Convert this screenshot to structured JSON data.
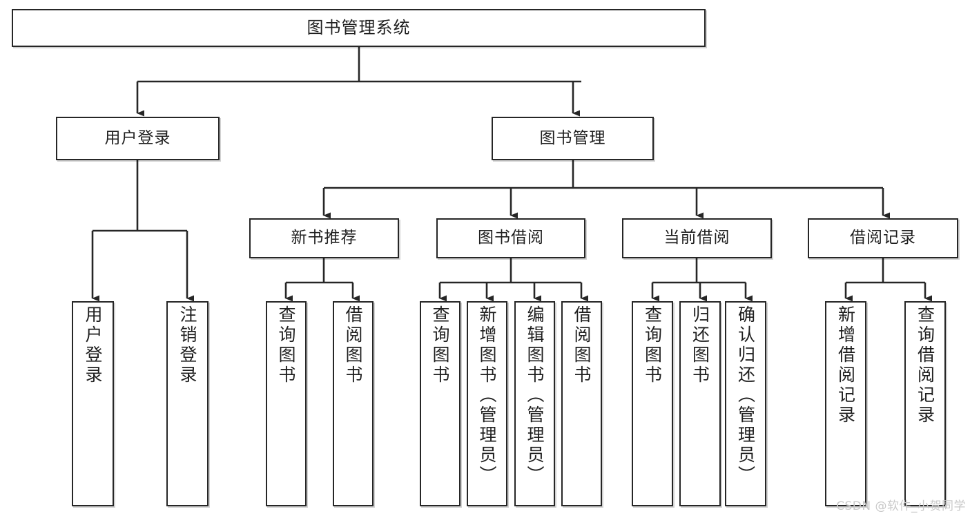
{
  "diagram": {
    "title": "图书管理系统",
    "type": "tree",
    "watermark": "CSDN @软件_小贺同学",
    "colors": {
      "box_border": "#262626",
      "box_fill": "#ffffff",
      "edge": "#262626",
      "text": "#1f1f1f",
      "watermark": "#c9c9c9",
      "background": "#ffffff"
    },
    "nodes": {
      "root": {
        "label": "图书管理系统"
      },
      "level1": [
        {
          "id": "user-login",
          "label": "用户登录"
        },
        {
          "id": "book-manage",
          "label": "图书管理"
        }
      ],
      "level2": [
        {
          "id": "new-book-recommend",
          "label": "新书推荐"
        },
        {
          "id": "book-borrow",
          "label": "图书借阅"
        },
        {
          "id": "current-borrow",
          "label": "当前借阅"
        },
        {
          "id": "borrow-record",
          "label": "借阅记录"
        }
      ],
      "leaves": {
        "user-login": [
          {
            "id": "leaf-user-login",
            "label": "用户登录"
          },
          {
            "id": "leaf-logout-login",
            "label": "注销登录"
          }
        ],
        "new-book-recommend": [
          {
            "id": "leaf-query-book-1",
            "label": "查询图书"
          },
          {
            "id": "leaf-borrow-book-1",
            "label": "借阅图书"
          }
        ],
        "book-borrow": [
          {
            "id": "leaf-query-book-2",
            "label": "查询图书"
          },
          {
            "id": "leaf-add-book",
            "label": "新增图书（管理员）"
          },
          {
            "id": "leaf-edit-book",
            "label": "编辑图书（管理员）"
          },
          {
            "id": "leaf-borrow-book-2",
            "label": "借阅图书"
          }
        ],
        "current-borrow": [
          {
            "id": "leaf-query-book-3",
            "label": "查询图书"
          },
          {
            "id": "leaf-return-book",
            "label": "归还图书"
          },
          {
            "id": "leaf-confirm-return",
            "label": "确认归还（管理员）"
          }
        ],
        "borrow-record": [
          {
            "id": "leaf-add-borrow-record",
            "label": "新增借阅记录"
          },
          {
            "id": "leaf-query-borrow-record",
            "label": "查询借阅记录"
          }
        ]
      }
    }
  }
}
